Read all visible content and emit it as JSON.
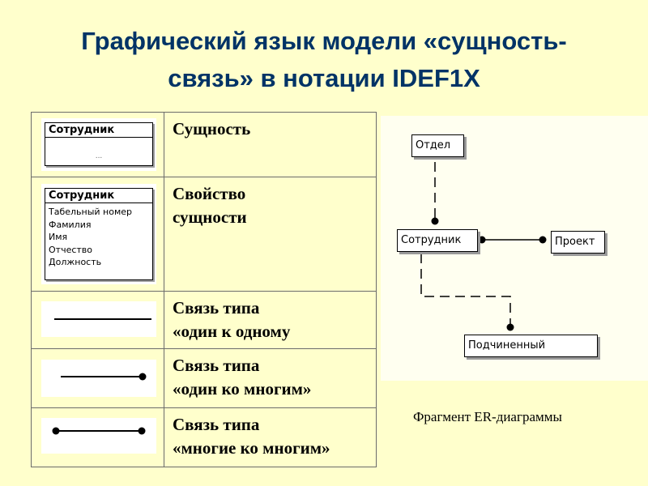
{
  "title": {
    "line1": "Графический язык модели «сущность-",
    "line2": "связь» в нотации IDEF1X"
  },
  "legend": [
    {
      "symbol": "entity",
      "entity_name": "Сотрудник",
      "placeholder": "...",
      "desc1": "Сущность",
      "desc2": ""
    },
    {
      "symbol": "entity-attrs",
      "entity_name": "Сотрудник",
      "attributes": [
        "Табельный номер",
        "Фамилия",
        "Имя",
        "Отчество",
        "Должность"
      ],
      "desc1": "Свойство",
      "desc2": "сущности"
    },
    {
      "symbol": "line-one-to-one",
      "desc1": "Связь типа",
      "desc2": "«один к одному"
    },
    {
      "symbol": "line-one-to-many",
      "desc1": "Связь типа",
      "desc2": "«один ко многим»"
    },
    {
      "symbol": "line-many-to-many",
      "desc1": "Связь типа",
      "desc2": "«многие ко многим»"
    }
  ],
  "er_diagram": {
    "entities": {
      "department": "Отдел",
      "employee": "Сотрудник",
      "project": "Проект",
      "subordinate": "Подчиненный"
    }
  },
  "caption": "Фрагмент ER-диаграммы",
  "colors": {
    "background": "#ffffcc",
    "title": "#003366"
  }
}
